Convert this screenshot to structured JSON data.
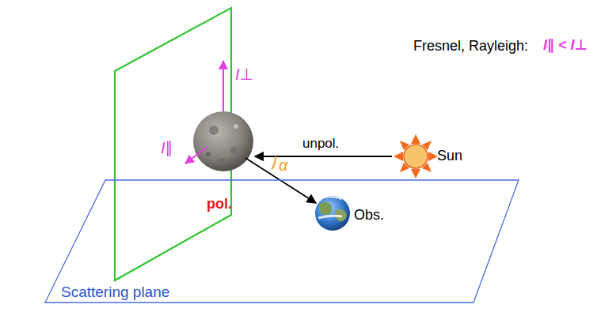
{
  "diagram": {
    "nodes": [
      {
        "text": [
          "Scattering plane"
        ]
      }
    ],
    "labels": [
      "Fresnel, Rayleigh:",
      "I∥ < I⊥",
      "I⊥",
      "I∥",
      "unpol.",
      "Sun",
      "α",
      "pol.",
      "Obs."
    ]
  }
}
